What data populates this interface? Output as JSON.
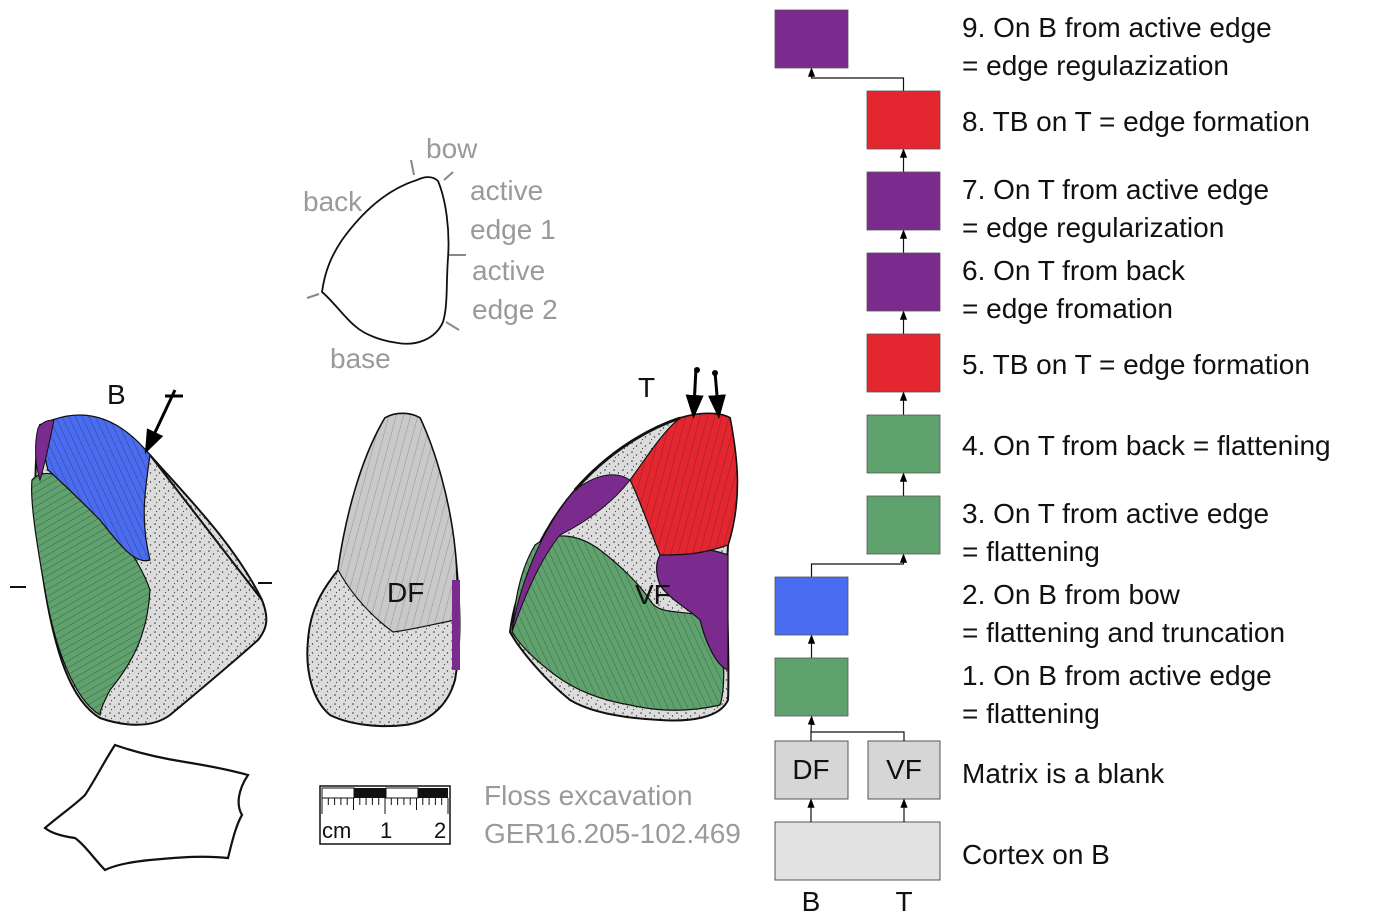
{
  "outline_labels": {
    "bow": "bow",
    "back": "back",
    "active_edge_1_a": "active",
    "active_edge_1_b": "edge 1",
    "active_edge_2_a": "active",
    "active_edge_2_b": "edge 2",
    "base": "base"
  },
  "views": {
    "b_label": "B",
    "df_label": "DF",
    "t_label": "T",
    "vf_label": "VF"
  },
  "scale_bar": {
    "unit": "cm",
    "tick_1": "1",
    "tick_2": "2"
  },
  "caption": {
    "line1": "Floss excavation",
    "line2": "GER16.205-102.469"
  },
  "colors": {
    "purple": "#7b2a8e",
    "red": "#e3262f",
    "green": "#5fa26e",
    "blue": "#4a6cf0",
    "grey_box": "#d6d6d6",
    "cortex": "#e2e2e2"
  },
  "sequence": {
    "steps": [
      {
        "line1": "9. On B from active edge",
        "line2": "= edge regulazization",
        "color": "purple",
        "face": "B"
      },
      {
        "line1": "8. TB on T = edge formation",
        "line2": "",
        "color": "red",
        "face": "T"
      },
      {
        "line1": "7. On T from active edge",
        "line2": "= edge regularization",
        "color": "purple",
        "face": "T"
      },
      {
        "line1": "6. On T from back",
        "line2": "= edge fromation",
        "color": "purple",
        "face": "T"
      },
      {
        "line1": "5. TB on T = edge formation",
        "line2": "",
        "color": "red",
        "face": "T"
      },
      {
        "line1": "4. On T from back = flattening",
        "line2": "",
        "color": "green",
        "face": "T"
      },
      {
        "line1": "3. On T from active edge",
        "line2": "= flattening",
        "color": "green",
        "face": "T"
      },
      {
        "line1": "2. On B from bow",
        "line2": "= flattening and truncation",
        "color": "blue",
        "face": "B"
      },
      {
        "line1": "1. On B from active edge",
        "line2": "= flattening",
        "color": "green",
        "face": "B"
      }
    ],
    "matrix": {
      "df": "DF",
      "vf": "VF",
      "label": "Matrix is a blank"
    },
    "cortex": {
      "label": "Cortex on B"
    },
    "axis": {
      "b": "B",
      "t": "T"
    }
  }
}
